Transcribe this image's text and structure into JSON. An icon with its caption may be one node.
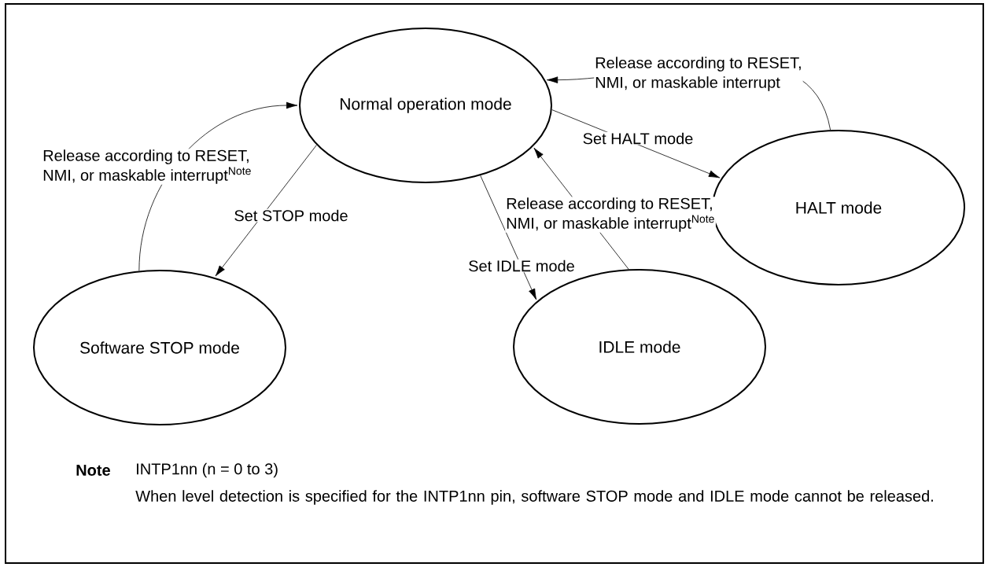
{
  "diagram": {
    "nodes": [
      {
        "text": [
          "Normal operation mode"
        ]
      },
      {
        "text": [
          "HALT mode"
        ]
      },
      {
        "text": [
          "Software STOP mode"
        ]
      },
      {
        "text": [
          "IDLE mode"
        ]
      }
    ],
    "edges": [
      {
        "from": 1,
        "to": 0,
        "arrow": "to",
        "label": "Release according to RESET, NMI, or maskable interrupt"
      },
      {
        "from": 0,
        "to": 1,
        "arrow": "to",
        "label": "Set HALT mode"
      },
      {
        "from": 2,
        "to": 0,
        "arrow": "to",
        "label": "Release according to RESET, NMI, or maskable interrupt$^{Note}$"
      },
      {
        "from": 0,
        "to": 2,
        "arrow": "to",
        "label": "Set STOP mode"
      },
      {
        "from": 3,
        "to": 0,
        "arrow": "to",
        "label": "Release according to RESET, NMI, or maskable interrupt$^{Note}$"
      },
      {
        "from": 0,
        "to": 3,
        "arrow": "to",
        "label": "Set IDLE mode"
      }
    ],
    "labels": [
      "Note",
      "INTP1nn (n = 0 to 3)",
      "When level detection is specified for the INTP1nn pin, software STOP mode and IDLE mode cannot be released."
    ]
  }
}
